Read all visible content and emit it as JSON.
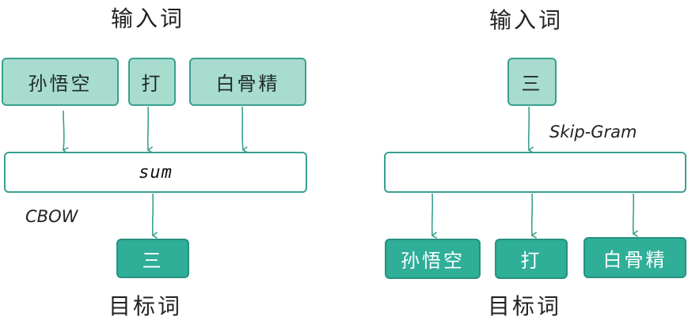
{
  "left_diagram": {
    "input_heading": "输入词",
    "input_words": [
      "孙悟空",
      "打",
      "白骨精"
    ],
    "hidden_label": "sum",
    "model_label": "CBOW",
    "output_word": "三",
    "output_heading": "目标词"
  },
  "right_diagram": {
    "input_heading": "输入词",
    "input_word": "三",
    "model_label": "Skip-Gram",
    "hidden_label": "",
    "output_words": [
      "孙悟空",
      "打",
      "白骨精"
    ],
    "output_heading": "目标词"
  },
  "colors": {
    "light_box_fill": "#a8dccf",
    "dark_box_fill": "#2fae98",
    "border": "#39a08f",
    "arrow": "#39a08f"
  }
}
